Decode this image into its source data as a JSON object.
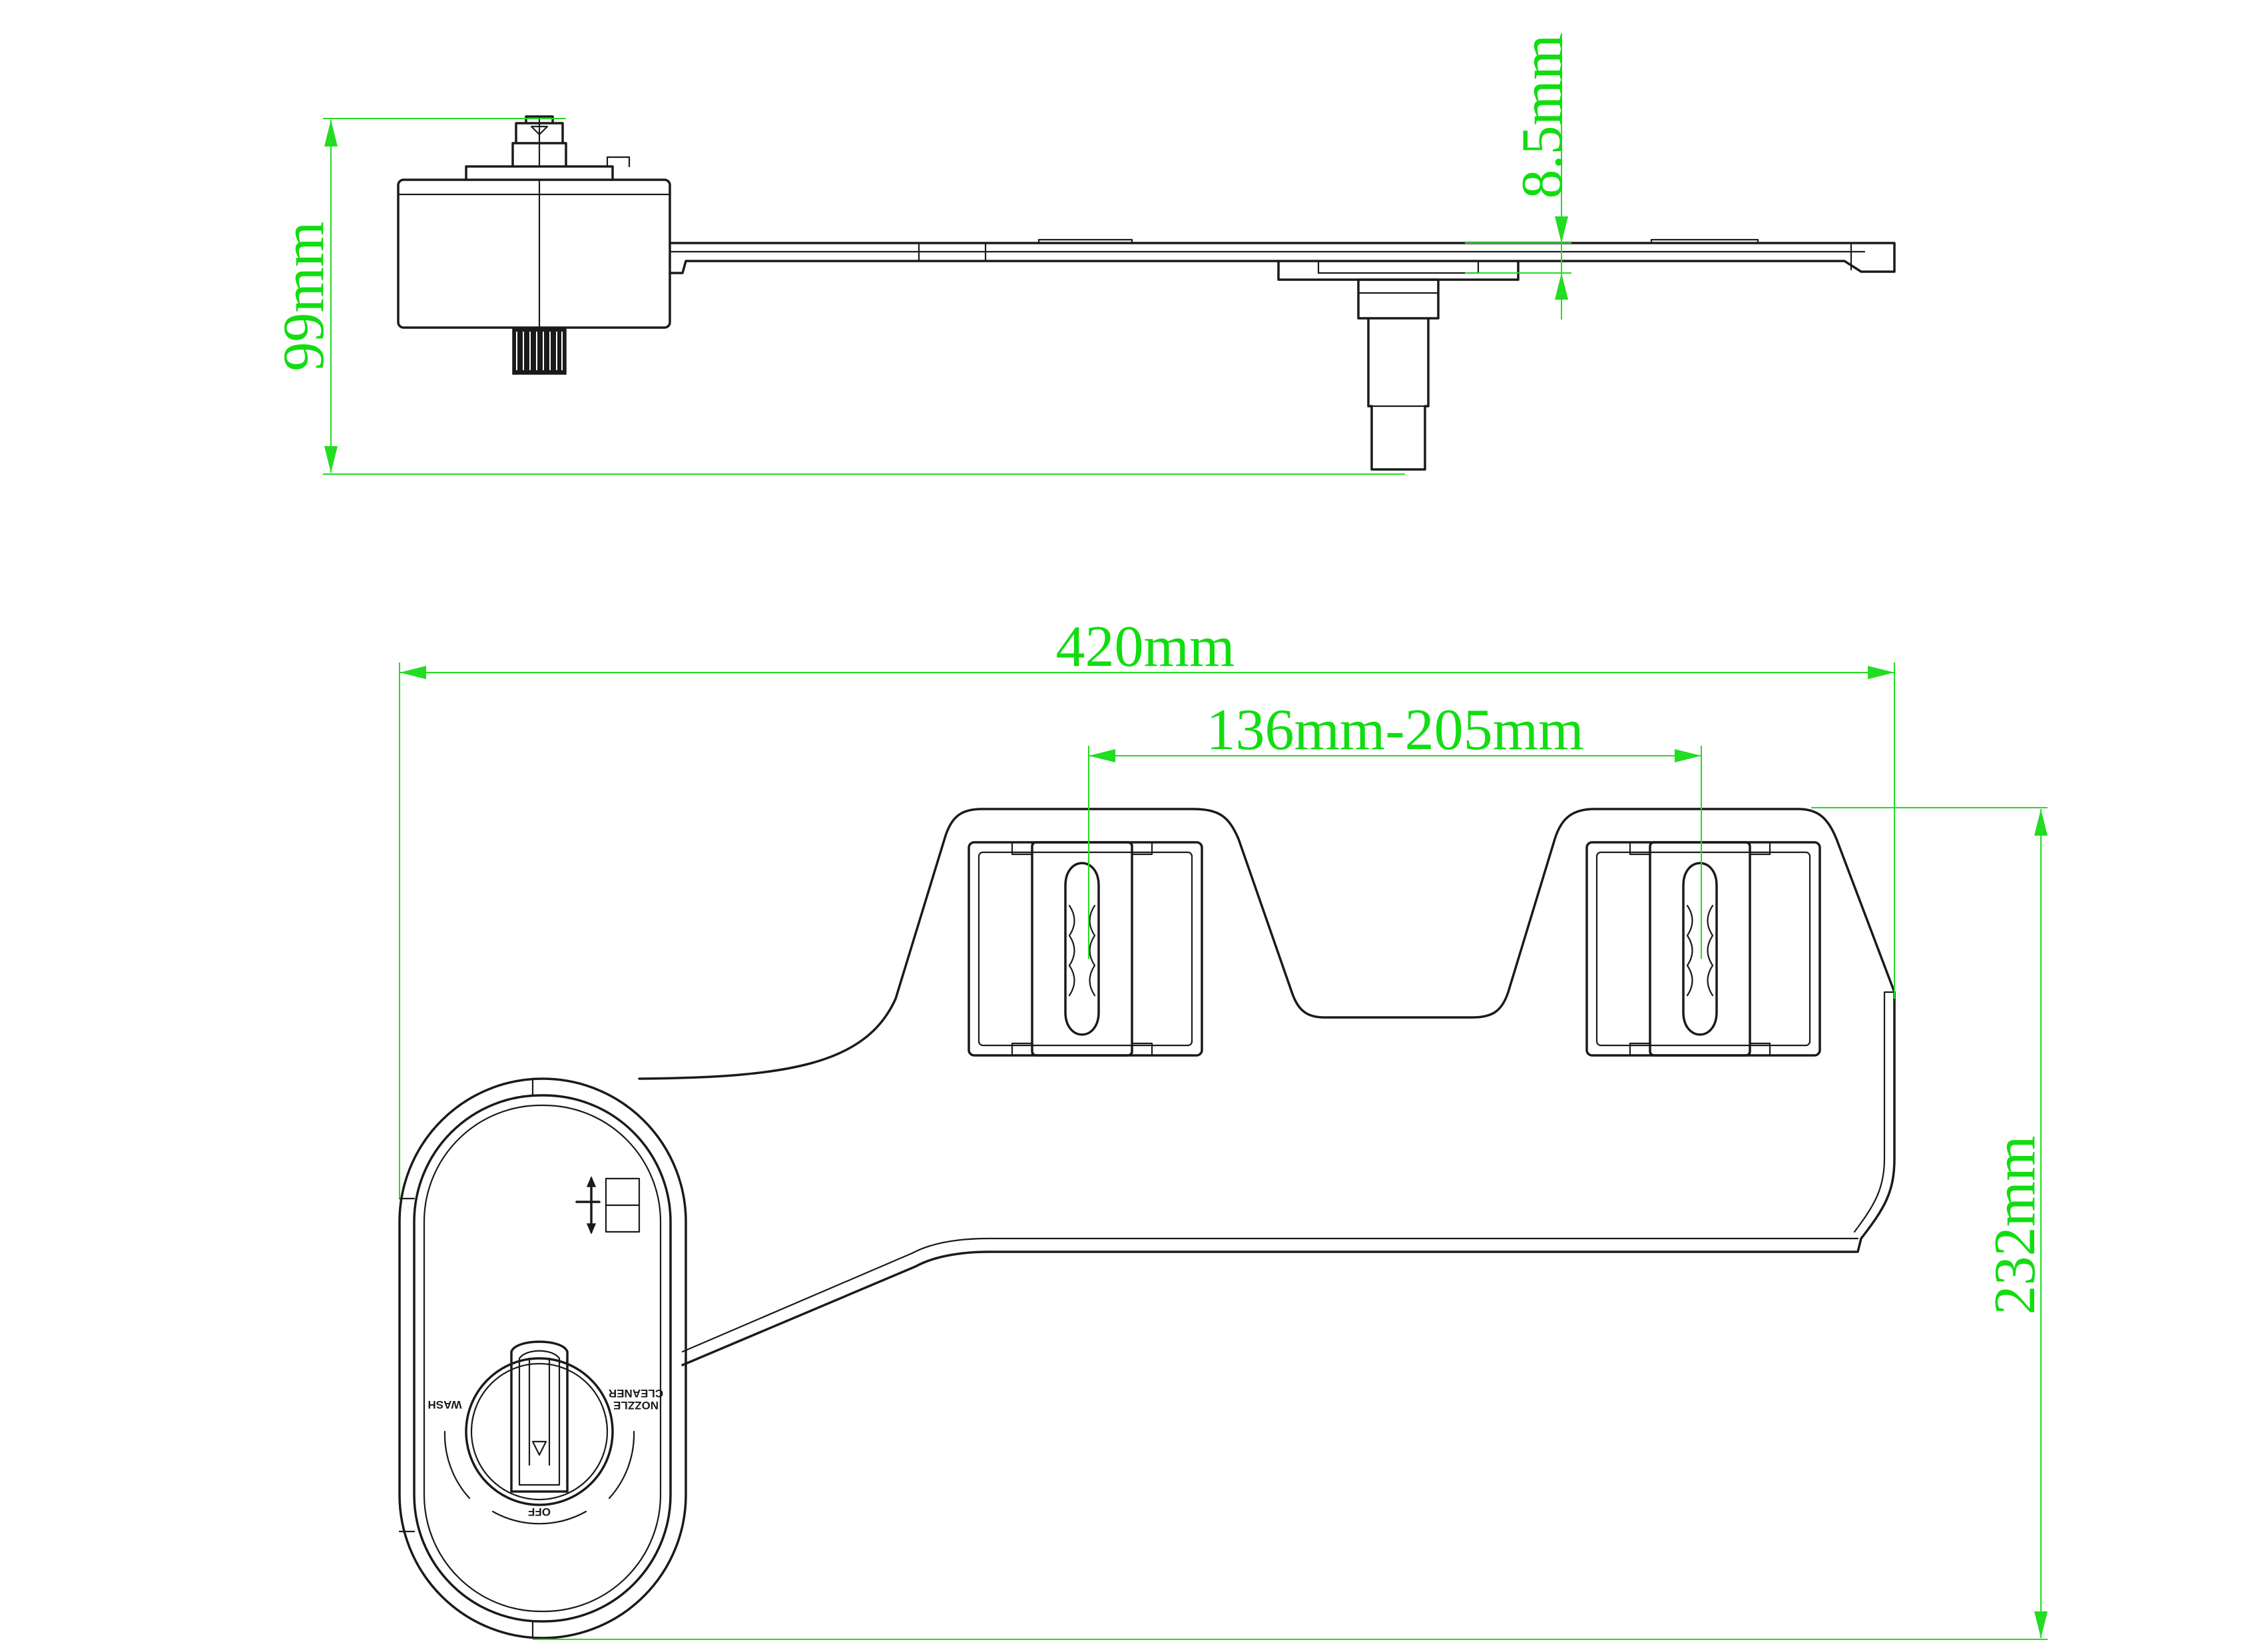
{
  "dimensions": {
    "side_height": "99mm",
    "side_mount_thickness": "8.5mm",
    "top_length": "420mm",
    "top_slot_range": "136mm-205mm",
    "top_width": "232mm"
  },
  "knob_labels": {
    "wash": "WASH",
    "nozzle": "NOZZLE",
    "cleaner": "CLEANER",
    "off": "OFF"
  },
  "colors": {
    "dimension": "#22dd22",
    "outline": "#1a1a1a"
  }
}
